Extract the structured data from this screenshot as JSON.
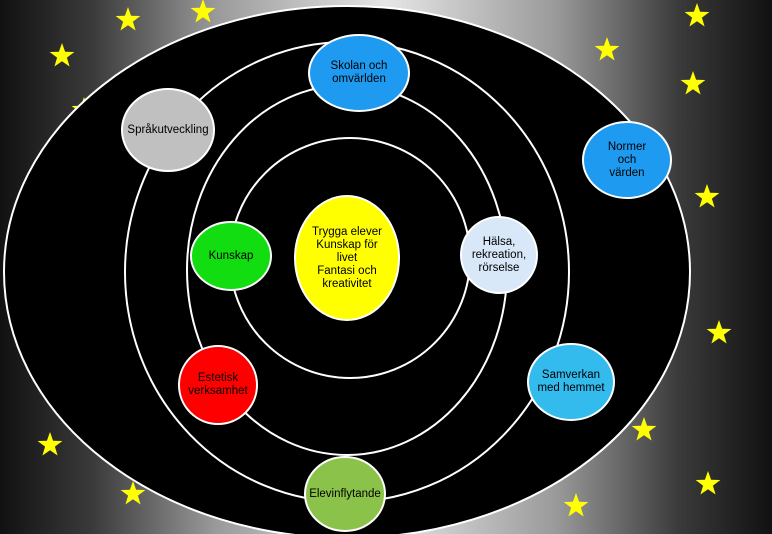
{
  "center": {
    "text": "Trygga elever\nKunskap för\nlivet\nFantasi och\nkreativitet",
    "color": "#ffff00"
  },
  "nodes": [
    {
      "id": "skolan",
      "text": "Skolan och\nomvärlden",
      "color": "#1e9bf0"
    },
    {
      "id": "sprak",
      "text": "Språkutveckling",
      "color": "#c0c0c0"
    },
    {
      "id": "normer",
      "text": "Normer\noch\nvärden",
      "color": "#1e9bf0"
    },
    {
      "id": "kunskap",
      "text": "Kunskap",
      "color": "#11dd11"
    },
    {
      "id": "halsa",
      "text": "Hälsa,\nrekreation,\nrörselse",
      "color": "#d8e8f8"
    },
    {
      "id": "estetisk",
      "text": "Estetisk\nverksamhet",
      "color": "#ff0000"
    },
    {
      "id": "samverkan",
      "text": "Samverkan\nmed hemmet",
      "color": "#33bbee"
    },
    {
      "id": "elevinfly",
      "text": "Elevinflytande",
      "color": "#8bc34a"
    }
  ],
  "colors": {
    "ring_fill": "#000000",
    "ring_stroke": "#ffffff",
    "star": "#ffff00"
  }
}
